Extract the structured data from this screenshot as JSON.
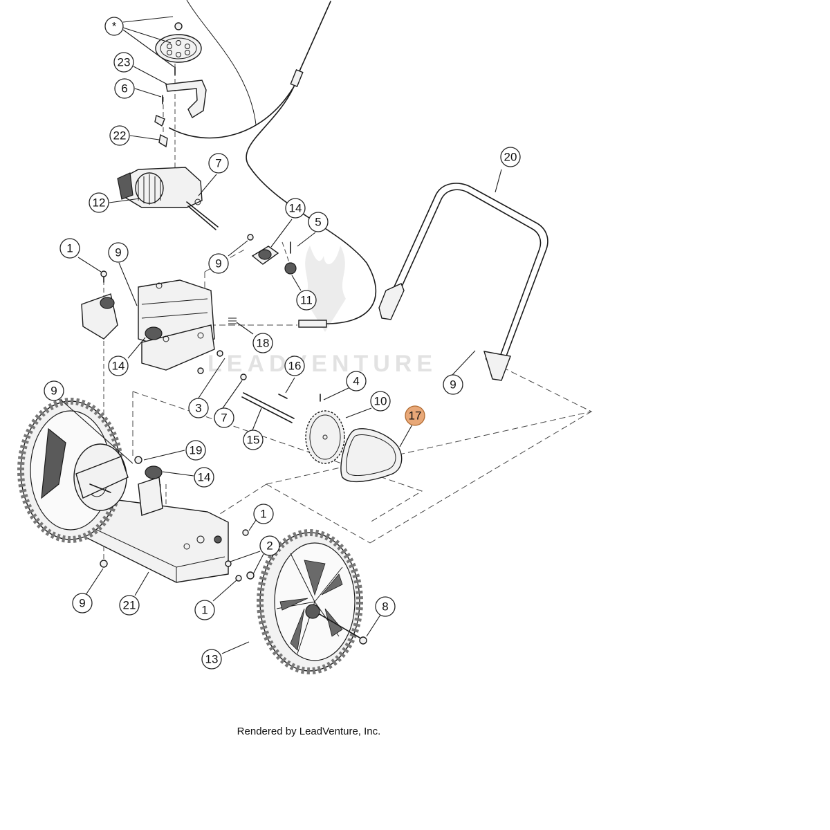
{
  "callouts": [
    {
      "label": "*",
      "highlight": false
    },
    {
      "label": "23",
      "highlight": false
    },
    {
      "label": "6",
      "highlight": false
    },
    {
      "label": "22",
      "highlight": false
    },
    {
      "label": "7",
      "highlight": false
    },
    {
      "label": "12",
      "highlight": false
    },
    {
      "label": "14",
      "highlight": false
    },
    {
      "label": "5",
      "highlight": false
    },
    {
      "label": "1",
      "highlight": false
    },
    {
      "label": "9",
      "highlight": false
    },
    {
      "label": "9",
      "highlight": false
    },
    {
      "label": "11",
      "highlight": false
    },
    {
      "label": "18",
      "highlight": false
    },
    {
      "label": "20",
      "highlight": false
    },
    {
      "label": "14",
      "highlight": false
    },
    {
      "label": "16",
      "highlight": false
    },
    {
      "label": "4",
      "highlight": false
    },
    {
      "label": "10",
      "highlight": false
    },
    {
      "label": "17",
      "highlight": true
    },
    {
      "label": "9",
      "highlight": false
    },
    {
      "label": "3",
      "highlight": false
    },
    {
      "label": "7",
      "highlight": false
    },
    {
      "label": "15",
      "highlight": false
    },
    {
      "label": "9",
      "highlight": false
    },
    {
      "label": "19",
      "highlight": false
    },
    {
      "label": "14",
      "highlight": false
    },
    {
      "label": "1",
      "highlight": false
    },
    {
      "label": "2",
      "highlight": false
    },
    {
      "label": "9",
      "highlight": false
    },
    {
      "label": "21",
      "highlight": false
    },
    {
      "label": "1",
      "highlight": false
    },
    {
      "label": "8",
      "highlight": false
    },
    {
      "label": "13",
      "highlight": false
    }
  ],
  "watermark": "LEADVENTURE",
  "footer": "Rendered by LeadVenture, Inc.",
  "colors": {
    "highlight_fill": "#e8a878",
    "highlight_stroke": "#b06a30",
    "line": "#1a1a1a"
  }
}
